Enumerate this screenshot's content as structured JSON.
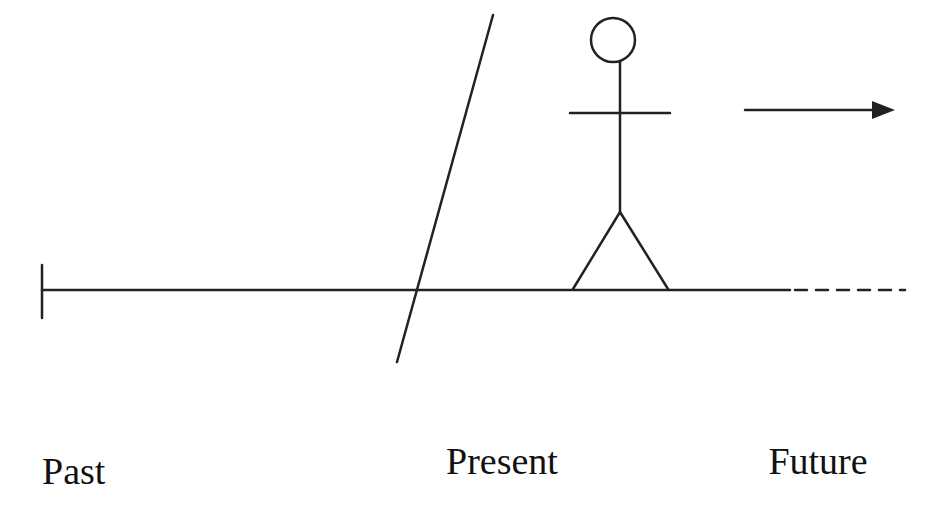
{
  "diagram": {
    "labels": [
      "Past",
      "Present",
      "Future"
    ]
  }
}
